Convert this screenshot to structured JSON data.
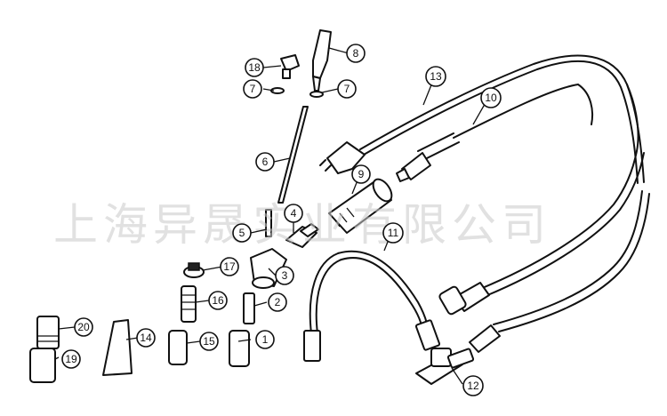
{
  "watermark": "上海异晟实业有限公司",
  "callouts": [
    "1",
    "2",
    "3",
    "4",
    "5",
    "6",
    "7",
    "7",
    "8",
    "9",
    "10",
    "11",
    "12",
    "13",
    "14",
    "15",
    "16",
    "17",
    "18",
    "19",
    "20"
  ],
  "colors": {
    "line": "#111111",
    "watermark": "#c9c9c9",
    "background": "#ffffff"
  }
}
